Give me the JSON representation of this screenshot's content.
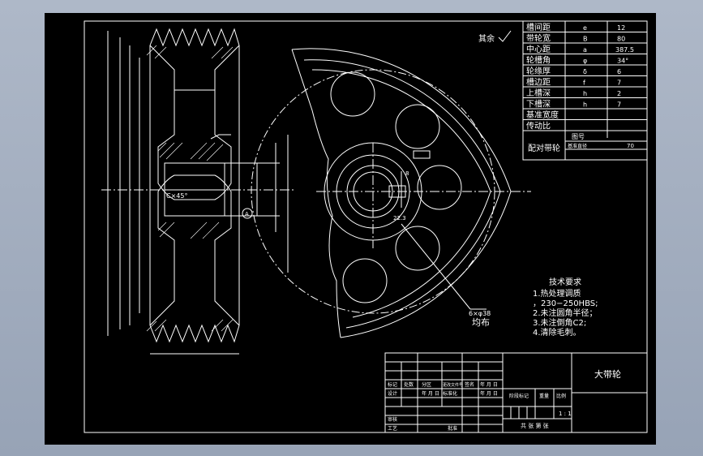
{
  "params": {
    "rows": [
      {
        "label": "槽间距",
        "sym": "e",
        "val": "12"
      },
      {
        "label": "带轮宽",
        "sym": "B",
        "val": "80"
      },
      {
        "label": "中心距",
        "sym": "a",
        "val": "387.5"
      },
      {
        "label": "轮槽角",
        "sym": "φ",
        "val": "34°"
      },
      {
        "label": "轮缘厚",
        "sym": "δ",
        "val": "6"
      },
      {
        "label": "槽边距",
        "sym": "f",
        "val": "7"
      },
      {
        "label": "上槽深",
        "sym": "h",
        "val": "2"
      },
      {
        "label": "下槽深",
        "sym": "h",
        "val": "7"
      },
      {
        "label": "基准宽度",
        "sym": "",
        "val": ""
      },
      {
        "label": "传动比",
        "sym": "",
        "val": ""
      }
    ],
    "pair_label": "配对带轮",
    "pair_sub1": "图号",
    "pair_sub2": "基准直径",
    "pair_val": "70"
  },
  "roughness": "其余",
  "tech": {
    "title": "技术要求",
    "lines": [
      "1.热处理调质",
      "，230−250HBS;",
      "2.未注圆角半径；",
      "3.未注倒角C2;",
      "4.清除毛刺。"
    ]
  },
  "dims": {
    "chamfer": "C×45°",
    "detail": "A",
    "holes": "6×φ38",
    "holes_note": "均布",
    "keyway": "8",
    "keyslot": "22.3"
  },
  "title_block": {
    "part_name": "大带轮",
    "h_mark": "标记",
    "h_count": "处数",
    "h_zone": "分区",
    "h_doc": "更改文件号",
    "h_sign": "签名",
    "h_date": "年 月 日",
    "h_design": "设计",
    "h_std": "标准化",
    "h_stage": "阶段标记",
    "h_weight": "重量",
    "h_scale": "比例",
    "h_review": "审核",
    "h_process": "工艺",
    "h_approve": "批准",
    "ratio": "1 : 1",
    "sheet": "共  张 第  张"
  }
}
